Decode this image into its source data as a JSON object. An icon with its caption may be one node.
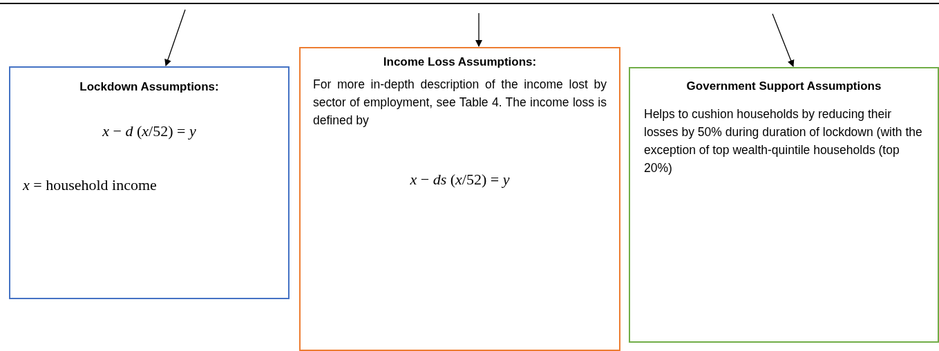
{
  "diagram": {
    "nodes": [
      {
        "text": [
          "Lockdown Assumptions:",
          "*x* − *d* (*x*/52) = *y*",
          "*x* = household income"
        ]
      },
      {
        "text": [
          "Income Loss Assumptions:",
          "For more in-depth description of the income lost by sector of employment, see Table 4. The income loss is defined by",
          "*x* − *ds* (*x*/52) = *y*"
        ]
      },
      {
        "text": [
          "Government Support Assumptions",
          "Helps to cushion households by reducing their losses by 50% during duration of lockdown (with the exception of top wealth-quintile households (top 20%)"
        ]
      }
    ],
    "edges": [
      {
        "from": null,
        "to": 0,
        "arrow": "to"
      },
      {
        "from": null,
        "to": 1,
        "arrow": "to"
      },
      {
        "from": null,
        "to": 2,
        "arrow": "to"
      }
    ]
  }
}
